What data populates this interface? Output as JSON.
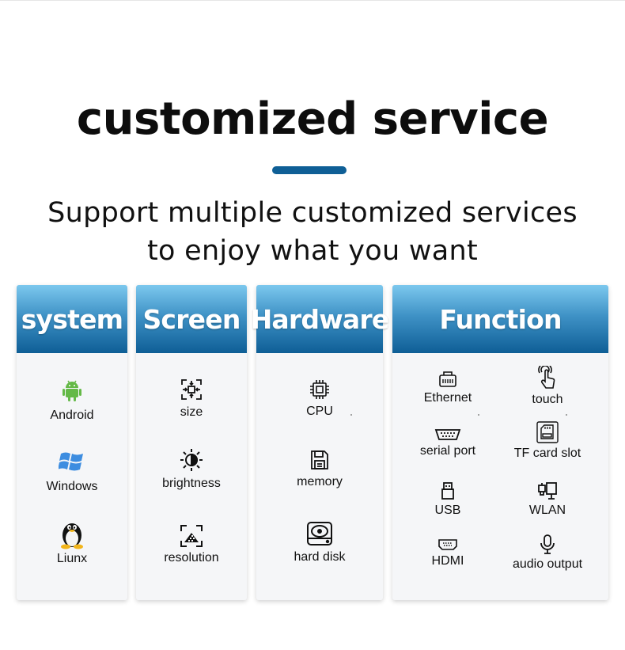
{
  "title": "customized service",
  "subtitle": {
    "line1": "Support multiple customized services",
    "line2": "to enjoy what you want"
  },
  "columns": [
    {
      "header": "system",
      "items": [
        {
          "label": "Android",
          "icon": "android-icon"
        },
        {
          "label": "Windows",
          "icon": "windows-icon"
        },
        {
          "label": "Liunx",
          "icon": "linux-tux-icon"
        }
      ]
    },
    {
      "header": "Screen",
      "items": [
        {
          "label": "size",
          "icon": "screen-size-icon"
        },
        {
          "label": "brightness",
          "icon": "brightness-icon"
        },
        {
          "label": "resolution",
          "icon": "resolution-icon"
        }
      ]
    },
    {
      "header": "Hardware",
      "items": [
        {
          "label": "CPU",
          "icon": "cpu-chip-icon"
        },
        {
          "label": "memory",
          "icon": "memory-card-icon"
        },
        {
          "label": "hard disk",
          "icon": "hard-disk-icon"
        }
      ]
    },
    {
      "header": "Function",
      "items": [
        {
          "label": "Ethernet",
          "icon": "ethernet-port-icon"
        },
        {
          "label": "touch",
          "icon": "touch-finger-icon"
        },
        {
          "label": "serial port",
          "icon": "serial-port-icon"
        },
        {
          "label": "TF card slot",
          "icon": "tf-card-slot-icon"
        },
        {
          "label": "USB",
          "icon": "usb-icon"
        },
        {
          "label": "WLAN",
          "icon": "wlan-icon"
        },
        {
          "label": "HDMI",
          "icon": "hdmi-icon"
        },
        {
          "label": "audio output",
          "icon": "microphone-icon"
        }
      ]
    }
  ],
  "colors": {
    "accent": "#0f5f96",
    "header_top": "#7cc8ee",
    "header_bottom": "#0e5e96",
    "card_bg": "#f5f6f8"
  }
}
